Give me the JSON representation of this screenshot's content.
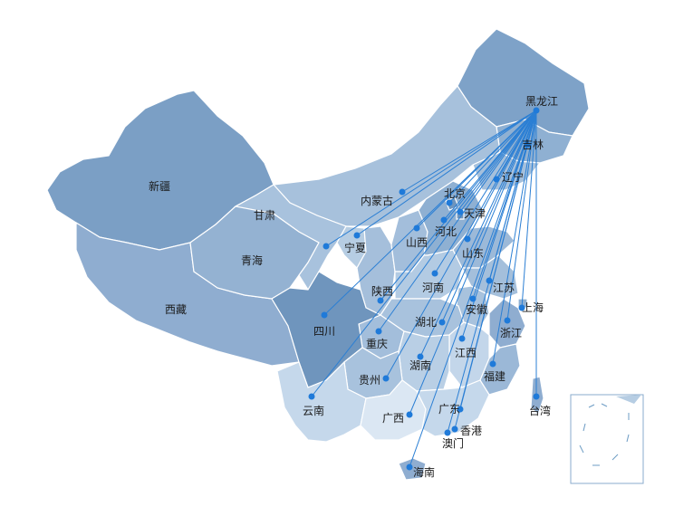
{
  "colors": {
    "line": "#2b7fd4",
    "dot": "#1f7ad9",
    "dark": "#6f95bd",
    "mid": "#8aabcc",
    "light": "#a9c3dd",
    "pale": "#c9daeb",
    "palest": "#dfe9f4"
  },
  "origin": {
    "name": "黑龙江"
  },
  "destinations": [
    {
      "key": "jilin",
      "name": "吉林"
    },
    {
      "key": "liaoning",
      "name": "辽宁"
    },
    {
      "key": "neimenggu",
      "name": "内蒙古"
    },
    {
      "key": "beijing",
      "name": "北京"
    },
    {
      "key": "tianjin",
      "name": "天津"
    },
    {
      "key": "hebei",
      "name": "河北"
    },
    {
      "key": "shanxi",
      "name": "山西"
    },
    {
      "key": "shandong",
      "name": "山东"
    },
    {
      "key": "ningxia",
      "name": "宁夏"
    },
    {
      "key": "gansu",
      "name": "甘肃"
    },
    {
      "key": "henan",
      "name": "河南"
    },
    {
      "key": "shaanxi",
      "name": "陕西"
    },
    {
      "key": "jiangsu",
      "name": "江苏"
    },
    {
      "key": "shanghai",
      "name": "上海"
    },
    {
      "key": "anhui",
      "name": "安徽"
    },
    {
      "key": "hubei",
      "name": "湖北"
    },
    {
      "key": "zhejiang",
      "name": "浙江"
    },
    {
      "key": "sichuan",
      "name": "四川"
    },
    {
      "key": "chongqing",
      "name": "重庆"
    },
    {
      "key": "jiangxi",
      "name": "江西"
    },
    {
      "key": "hunan",
      "name": "湖南"
    },
    {
      "key": "guizhou",
      "name": "贵州"
    },
    {
      "key": "fujian",
      "name": "福建"
    },
    {
      "key": "taiwan",
      "name": "台湾"
    },
    {
      "key": "yunnan",
      "name": "云南"
    },
    {
      "key": "guangxi",
      "name": "广西"
    },
    {
      "key": "guangdong",
      "name": "广东"
    },
    {
      "key": "xianggang",
      "name": "香港"
    },
    {
      "key": "aomen",
      "name": "澳门"
    },
    {
      "key": "hainan",
      "name": "海南"
    }
  ],
  "labels_only": [
    {
      "key": "xinjiang",
      "name": "新疆"
    },
    {
      "key": "xizang",
      "name": "西藏"
    },
    {
      "key": "qinghai",
      "name": "青海"
    }
  ]
}
